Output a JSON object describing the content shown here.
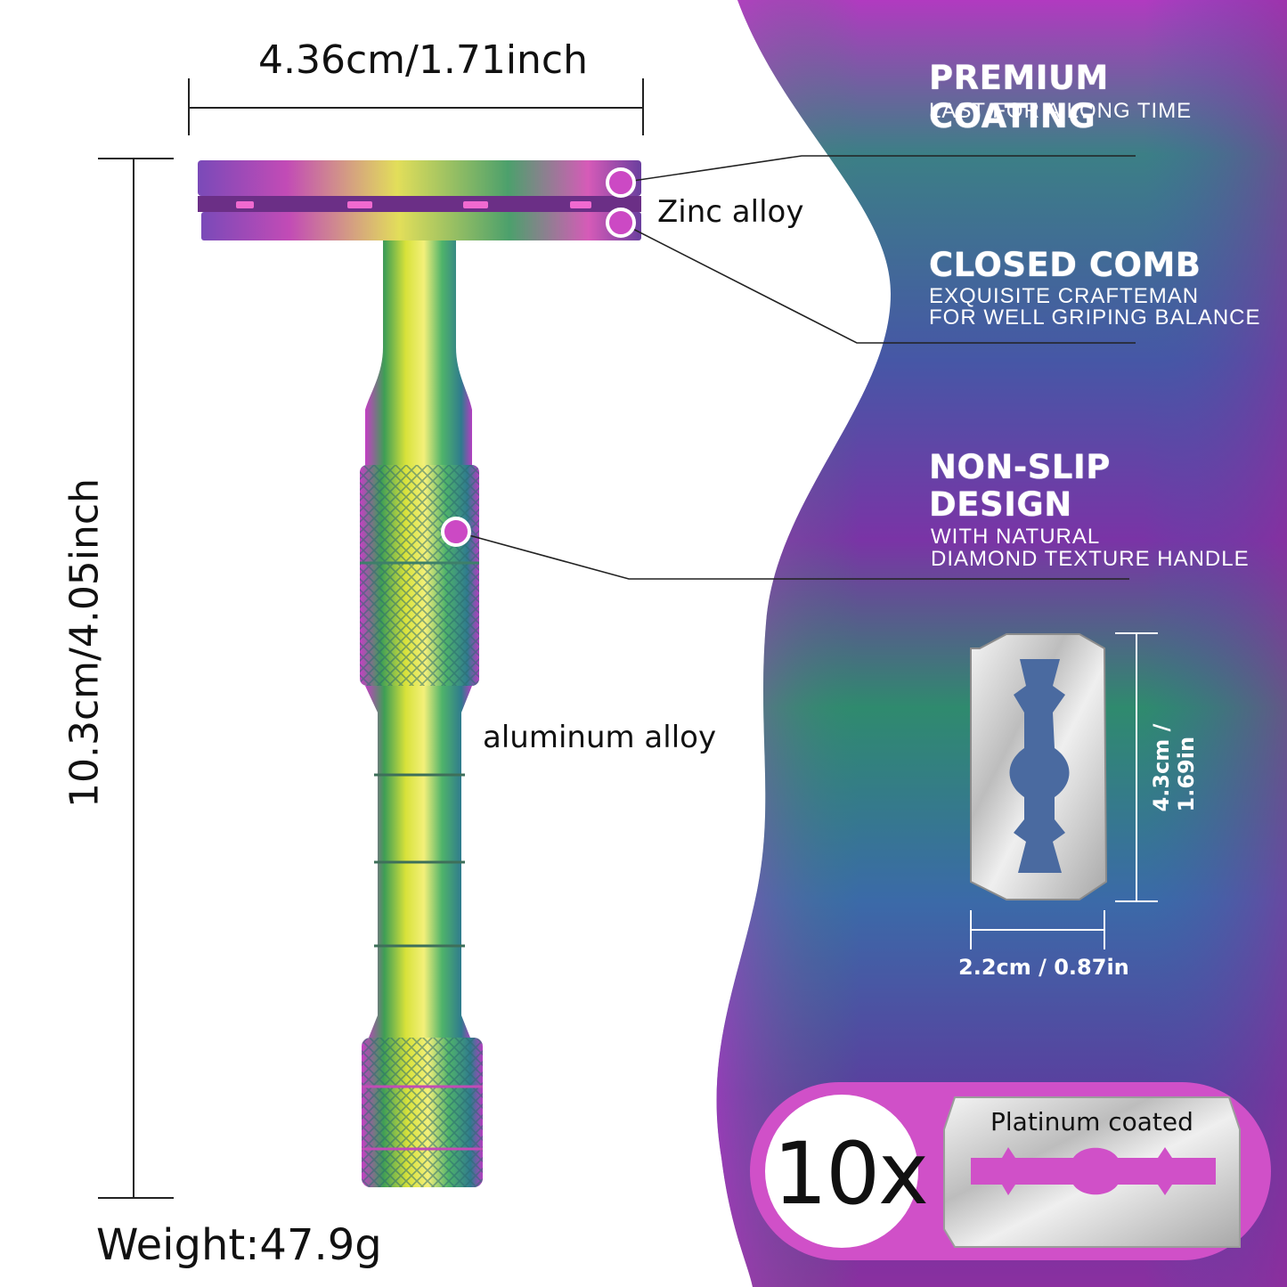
{
  "dimensions": {
    "width_label": "4.36cm/1.71inch",
    "height_label": "10.3cm/4.05inch",
    "weight_label": "Weight:47.9g"
  },
  "materials": {
    "head": "Zinc alloy",
    "handle": "aluminum alloy"
  },
  "features": [
    {
      "title": "PREMIUM COATING",
      "subtitle": [
        "LAST FOR A LONG TIME"
      ]
    },
    {
      "title": "CLOSED COMB",
      "subtitle": [
        "EXQUISITE CRAFTEMAN",
        "FOR WELL GRIPING BALANCE"
      ]
    },
    {
      "title_lines": [
        "NON-SLIP",
        "DESIGN"
      ],
      "subtitle": [
        "WITH NATURAL",
        "DIAMOND TEXTURE HANDLE"
      ]
    }
  ],
  "blade": {
    "height_label": "4.3cm / 1.69in",
    "width_label": "2.2cm / 0.87in"
  },
  "pack": {
    "count": "10x",
    "coating_label": "Platinum coated"
  },
  "colors": {
    "accent_pink": "#d24fc8",
    "panel_purple": "#8a2f9c",
    "panel_teal": "#2f8a7a",
    "panel_blue": "#3a5fa8",
    "callout_dot": "#cc49c4"
  }
}
